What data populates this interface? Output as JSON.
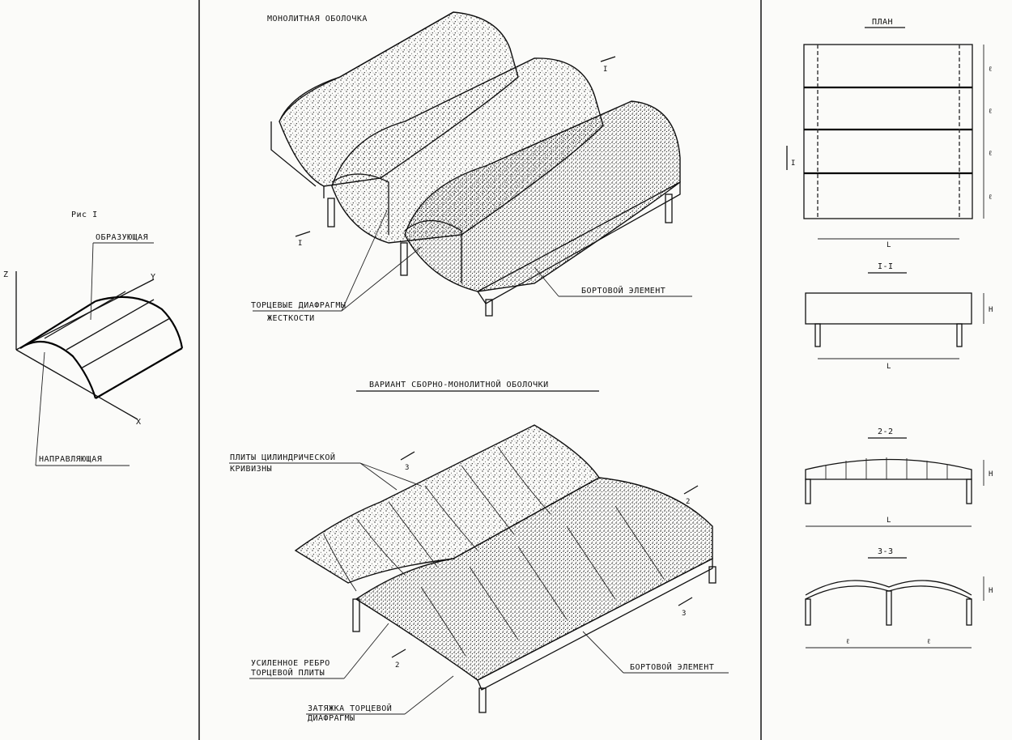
{
  "figure": {
    "caption": "Рис I",
    "generatrix_label": "ОБРАЗУЮЩАЯ",
    "directrix_label": "НАПРАВЛЯЮЩАЯ",
    "axis_x": "X",
    "axis_y": "Y",
    "axis_z": "Z"
  },
  "monolithic": {
    "title": "МОНОЛИТНАЯ ОБОЛОЧКА",
    "end_diaphragm_label_1": "ТОРЦЕВЫЕ ДИАФРАГМЫ",
    "end_diaphragm_label_2": "ЖЕСТКОСТИ",
    "edge_element_label": "БОРТОВОЙ ЭЛЕМЕНТ",
    "section_mark_top": "I",
    "section_mark_bottom": "I"
  },
  "precast": {
    "title": "ВАРИАНТ СБОРНО-МОНОЛИТНОЙ ОБОЛОЧКИ",
    "slabs_label_1": "ПЛИТЫ ЦИЛИНДРИЧЕСКОЙ",
    "slabs_label_2": "КРИВИЗНЫ",
    "rib_label_1": "УСИЛЕННОЕ РЕБРО",
    "rib_label_2": "ТОРЦЕВОЙ ПЛИТЫ",
    "tie_label_1": "ЗАТЯЖКА ТОРЦЕВОЙ",
    "tie_label_2": "ДИАФРАГМЫ",
    "edge_element_label": "БОРТОВОЙ ЭЛЕМЕНТ",
    "section_mark_2": "2",
    "section_mark_3": "3"
  },
  "plan": {
    "title": "ПЛАН",
    "span_label": "L",
    "bay_label": "ℓ",
    "section_mark": "I"
  },
  "section_1": {
    "title": "I-I",
    "span_label": "L",
    "height_label": "H"
  },
  "section_2": {
    "title": "2-2",
    "span_label": "L",
    "height_label": "H"
  },
  "section_3": {
    "title": "3-3",
    "span_label_left": "ℓ",
    "span_label_right": "ℓ",
    "height_label": "H"
  }
}
